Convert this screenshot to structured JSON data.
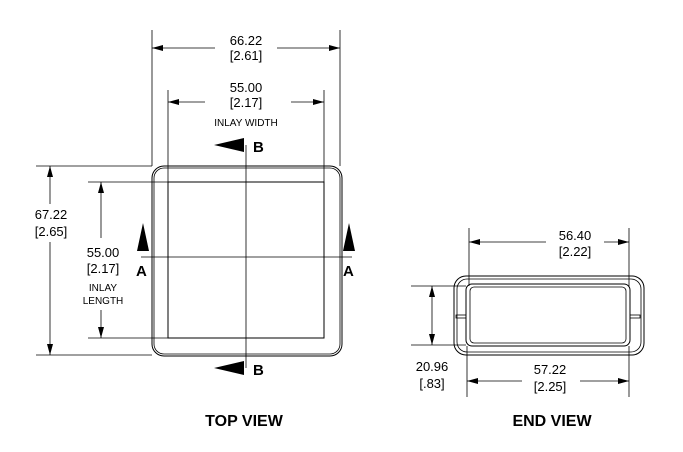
{
  "top_view": {
    "title": "TOP VIEW",
    "overall_width": {
      "mm": "66.22",
      "in": "[2.61]"
    },
    "inlay_width": {
      "mm": "55.00",
      "in": "[2.17]",
      "label": "INLAY WIDTH"
    },
    "overall_length": {
      "mm": "67.22",
      "in": "[2.65]"
    },
    "inlay_length": {
      "mm": "55.00",
      "in": "[2.17]",
      "label_line1": "INLAY",
      "label_line2": "LENGTH"
    },
    "section_a": "A",
    "section_b": "B"
  },
  "end_view": {
    "title": "END VIEW",
    "inner_width": {
      "mm": "56.40",
      "in": "[2.22]"
    },
    "outer_width": {
      "mm": "57.22",
      "in": "[2.25]"
    },
    "height": {
      "mm": "20.96",
      "in": "[.83]"
    }
  }
}
